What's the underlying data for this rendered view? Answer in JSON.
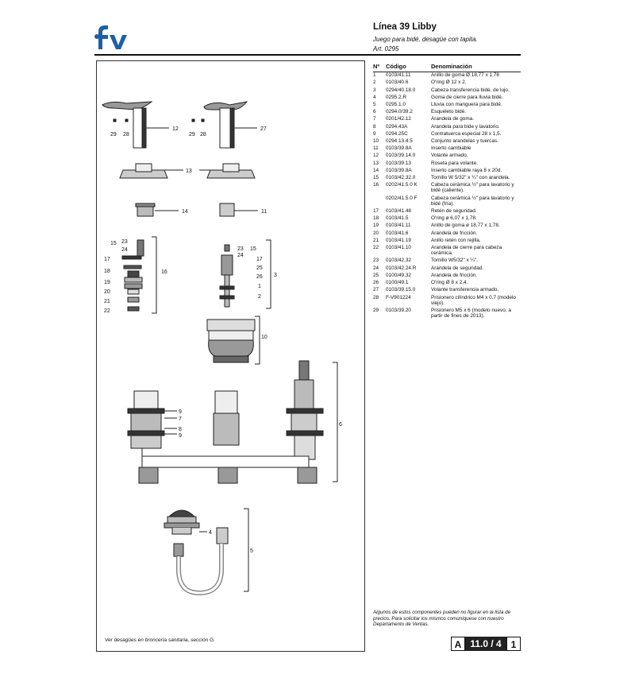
{
  "header": {
    "title": "Línea 39 Libby",
    "subtitle": "Juego para bidé, desagüe con tapita.",
    "article": "Art. 0295"
  },
  "table": {
    "col_num": "Nº",
    "col_code": "Código",
    "col_name": "Denominación",
    "rows": [
      {
        "n": "1",
        "code": "0103/41.11",
        "name": "Anillo de goma Ø 18,77 x 1,78"
      },
      {
        "n": "2",
        "code": "0103/40.6",
        "name": "O'ring Ø 12 x 2."
      },
      {
        "n": "3",
        "code": "0294/40.18.0",
        "name": "Cabeza transferencia bidé, de lujo."
      },
      {
        "n": "4",
        "code": "0295.2.R",
        "name": "Goma de cierre para lluvia bidé."
      },
      {
        "n": "5",
        "code": "0295.1.0",
        "name": "Lluvia con manguera para bidé."
      },
      {
        "n": "6",
        "code": "0294.0/39.2",
        "name": "Esqueleto bidé."
      },
      {
        "n": "7",
        "code": "0201/42.12",
        "name": "Arandela de goma."
      },
      {
        "n": "8",
        "code": "0294.43A",
        "name": "Arandela para bide y lavatorio."
      },
      {
        "n": "9",
        "code": "0294.25C",
        "name": "Contratuerca especial 28 x 1,5."
      },
      {
        "n": "10",
        "code": "0294.13.4.5",
        "name": "Conjunto arandelas y tuercas."
      },
      {
        "n": "11",
        "code": "0103/39.8A",
        "name": "Inserto cambiable"
      },
      {
        "n": "12",
        "code": "0103/39.14.0",
        "name": "Volante armado."
      },
      {
        "n": "13",
        "code": "0103/39.13",
        "name": "Roseta para volante."
      },
      {
        "n": "14",
        "code": "0103/39.8A",
        "name": "Inserto cambiable raya 8 x 20d."
      },
      {
        "n": "15",
        "code": "0103/42.32.0",
        "name": "Tornillo W 5/32\" x ¼\" con arandela."
      },
      {
        "n": "16",
        "code": "0202/41.5.0 K",
        "name": "Cabeza cerámica ½\" para lavatorio y bidé (caliente)."
      },
      {
        "n": "",
        "code": "0202/41.5.0 F",
        "name": "Cabeza cerámica ½\" para lavatorio y bidé (fría)."
      },
      {
        "n": "17",
        "code": "0103/41.48",
        "name": "Retén de seguridad."
      },
      {
        "n": "18",
        "code": "0103/41.5",
        "name": "O'ring ø 6,07 x 1,78."
      },
      {
        "n": "19",
        "code": "0103/41.11",
        "name": "Anillo de goma ø 18,77 x 1,78."
      },
      {
        "n": "20",
        "code": "0103/41.6",
        "name": "Arandela de fricción."
      },
      {
        "n": "21",
        "code": "0103/41.19",
        "name": "Anillo retén con rejilla."
      },
      {
        "n": "22",
        "code": "0103/41.10",
        "name": "Arandela de cierre para cabeza cerámica."
      },
      {
        "n": "23",
        "code": "0103/42.32",
        "name": "Tornillo W5/32\" x ¼\"."
      },
      {
        "n": "24",
        "code": "0103/42.24.R",
        "name": "Arandela de seguridad."
      },
      {
        "n": "25",
        "code": "0100/49.32",
        "name": "Arandela de fricción."
      },
      {
        "n": "26",
        "code": "0100/49.1",
        "name": "O'ring Ø 8 x 2,4."
      },
      {
        "n": "27",
        "code": "0103/39.15.0",
        "name": "Volante transferencia armado."
      },
      {
        "n": "28",
        "code": "F-V901224",
        "name": "Prisionero cilíndrico M4 x 0.7 (modelo viejo)."
      },
      {
        "n": "29",
        "code": "0103/39.20",
        "name": "Prisionero M5 x 6 (modelo nuevo, a partir de fines de 2013)."
      }
    ]
  },
  "footnote_right": "Algunos de estos componentes pueden no figurar en la lista de precios. Para solicitar los mismos comuníquese con nuestro Departamento de Ventas.",
  "footnote_left": "Ver desagües en broncería sanitaria, sección G.",
  "badge": {
    "letter": "A",
    "section": "11.0 / 4",
    "page": "1"
  },
  "logo": {
    "text": "fv",
    "color": "#1f5fa8"
  },
  "diagram_labels": {
    "l12": "12",
    "l27": "27",
    "l13": "13",
    "l14": "14",
    "l11": "11",
    "l29a": "29",
    "l28a": "28",
    "l29b": "29",
    "l28b": "28",
    "l15a": "15",
    "l23a": "23",
    "l24a": "24",
    "l17a": "17",
    "l18": "18",
    "l19": "19",
    "l20": "20",
    "l21": "21",
    "l22": "22",
    "l16": "16",
    "l23b": "23",
    "l24b": "24",
    "l15b": "15",
    "l17b": "17",
    "l25": "25",
    "l26": "26",
    "l1": "1",
    "l2": "2",
    "l3": "3",
    "l10": "10",
    "l9a": "9",
    "l7": "7",
    "l8": "8",
    "l9b": "9",
    "l6": "6",
    "l4": "4",
    "l5": "5"
  }
}
